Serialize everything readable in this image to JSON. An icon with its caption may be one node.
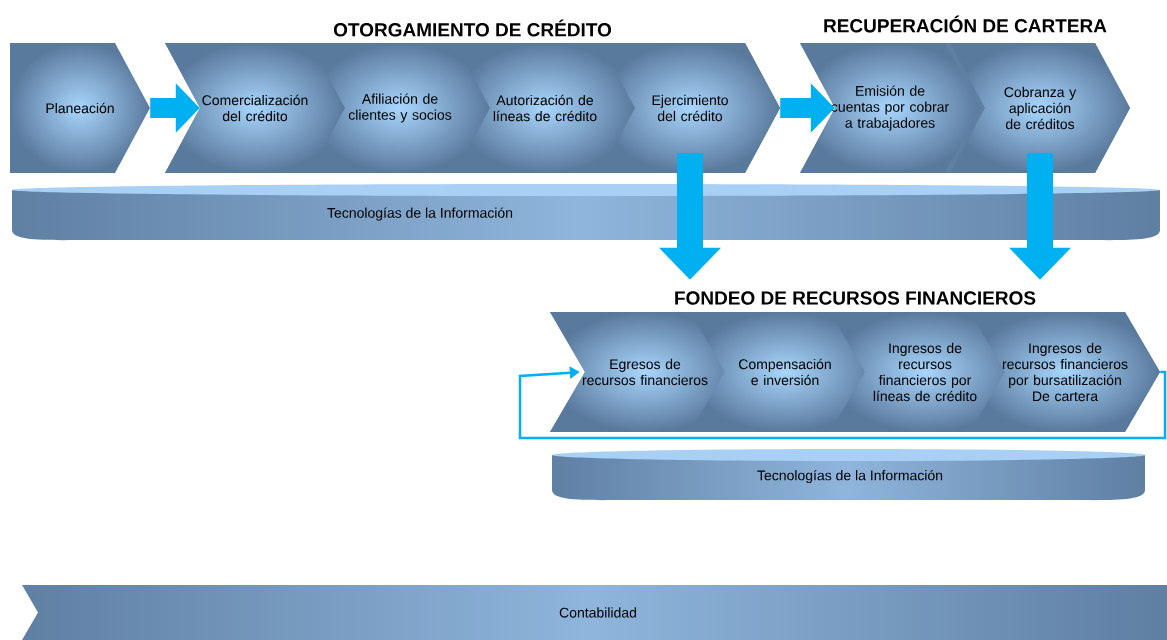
{
  "diagram": {
    "nodes": [
      {
        "text": [
          "Planeación"
        ]
      },
      {
        "text": [
          "OTORGAMIENTO DE CRÉDITO"
        ]
      },
      {
        "text": [
          "Comercialización del crédito"
        ],
        "in": 1
      },
      {
        "text": [
          "Afiliación de clientes y socios"
        ],
        "in": 1
      },
      {
        "text": [
          "Autorización de líneas de crédito"
        ],
        "in": 1
      },
      {
        "text": [
          "Ejercimiento del crédito"
        ],
        "in": 1
      },
      {
        "text": [
          "RECUPERACIÓN DE CARTERA"
        ]
      },
      {
        "text": [
          "Emisión de cuentas por cobrar a trabajadores"
        ],
        "in": 6
      },
      {
        "text": [
          "Cobranza y aplicación de créditos"
        ],
        "in": 6
      },
      {
        "text": [
          "Tecnologías de la Información"
        ]
      },
      {
        "text": [
          "FONDEO DE RECURSOS FINANCIEROS"
        ]
      },
      {
        "text": [
          "Egresos de recursos financieros"
        ],
        "in": 10
      },
      {
        "text": [
          "Compensación e inversión"
        ],
        "in": 10
      },
      {
        "text": [
          "Ingresos de recursos financieros por líneas de crédito"
        ],
        "in": 10
      },
      {
        "text": [
          "Ingresos de recursos financieros por bursatilización De cartera"
        ],
        "in": 10
      },
      {
        "text": [
          "Tecnologías de la Información"
        ]
      },
      {
        "text": [
          "Contabilidad"
        ]
      }
    ],
    "edges": [
      {
        "from": 0,
        "to": 1,
        "arrow": "to"
      },
      {
        "from": 1,
        "to": 6,
        "arrow": "to"
      },
      {
        "from": 5,
        "to": 10,
        "arrow": "to"
      },
      {
        "from": 8,
        "to": 10,
        "arrow": "to"
      },
      {
        "from": 14,
        "to": 11,
        "arrow": "to"
      }
    ]
  }
}
